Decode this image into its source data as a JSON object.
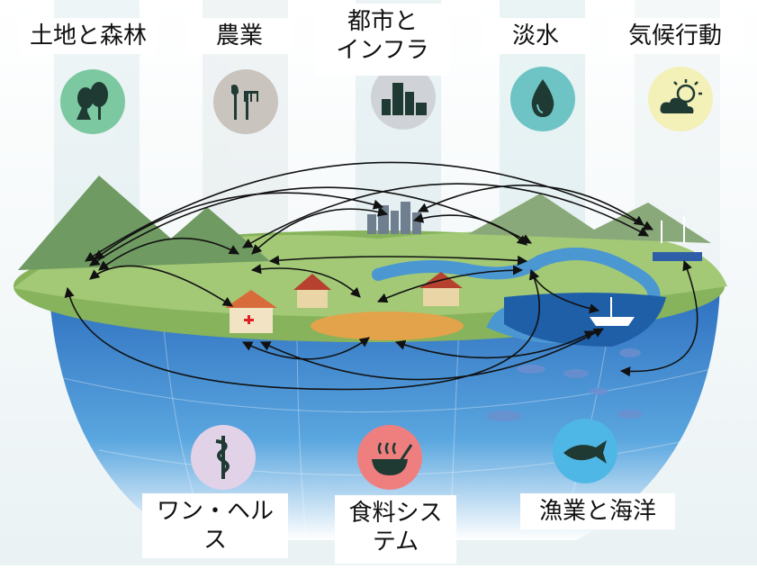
{
  "top_sectors": [
    {
      "label": "土地と森林",
      "icon": "forest-icon",
      "color": "#7cc8a0"
    },
    {
      "label": "農業",
      "icon": "farm-tools-icon",
      "color": "#c9c4bd"
    },
    {
      "label": "都市と\nインフラ",
      "icon": "city-skyline-icon",
      "color": "#cfd3d8"
    },
    {
      "label": "淡水",
      "icon": "water-drop-icon",
      "color": "#6ec3c4"
    },
    {
      "label": "気候行動",
      "icon": "sun-cloud-icon",
      "color": "#f3f0b8"
    }
  ],
  "bottom_sectors": [
    {
      "label": "ワン・ヘルス",
      "icon": "caduceus-icon",
      "color": "#e2d2e8"
    },
    {
      "label": "食料シス\nテム",
      "icon": "food-bowl-icon",
      "color": "#ef7f7f"
    },
    {
      "label": "漁業と海洋",
      "icon": "fish-icon",
      "color": "#4fb7e6"
    }
  ],
  "colors": {
    "ocean": "#2f7dc7",
    "land": "#9cc36a",
    "mountain": "#6f9a62",
    "arrow": "#111111"
  }
}
